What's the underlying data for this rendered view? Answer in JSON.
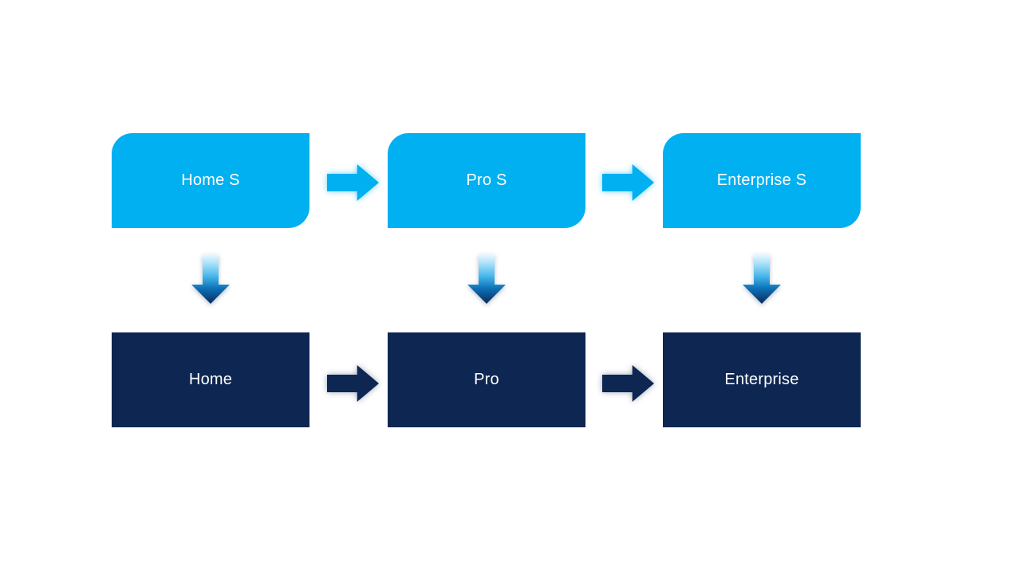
{
  "theme": {
    "background": "#ffffff",
    "color_cyan": "#00b0f0",
    "color_navy": "#0e2652",
    "color_text": "#ffffff"
  },
  "diagram": {
    "type": "flow",
    "top_row": [
      {
        "label": "Home S"
      },
      {
        "label": "Pro S"
      },
      {
        "label": "Enterprise S"
      }
    ],
    "bottom_row": [
      {
        "label": "Home"
      },
      {
        "label": "Pro"
      },
      {
        "label": "Enterprise"
      }
    ]
  }
}
